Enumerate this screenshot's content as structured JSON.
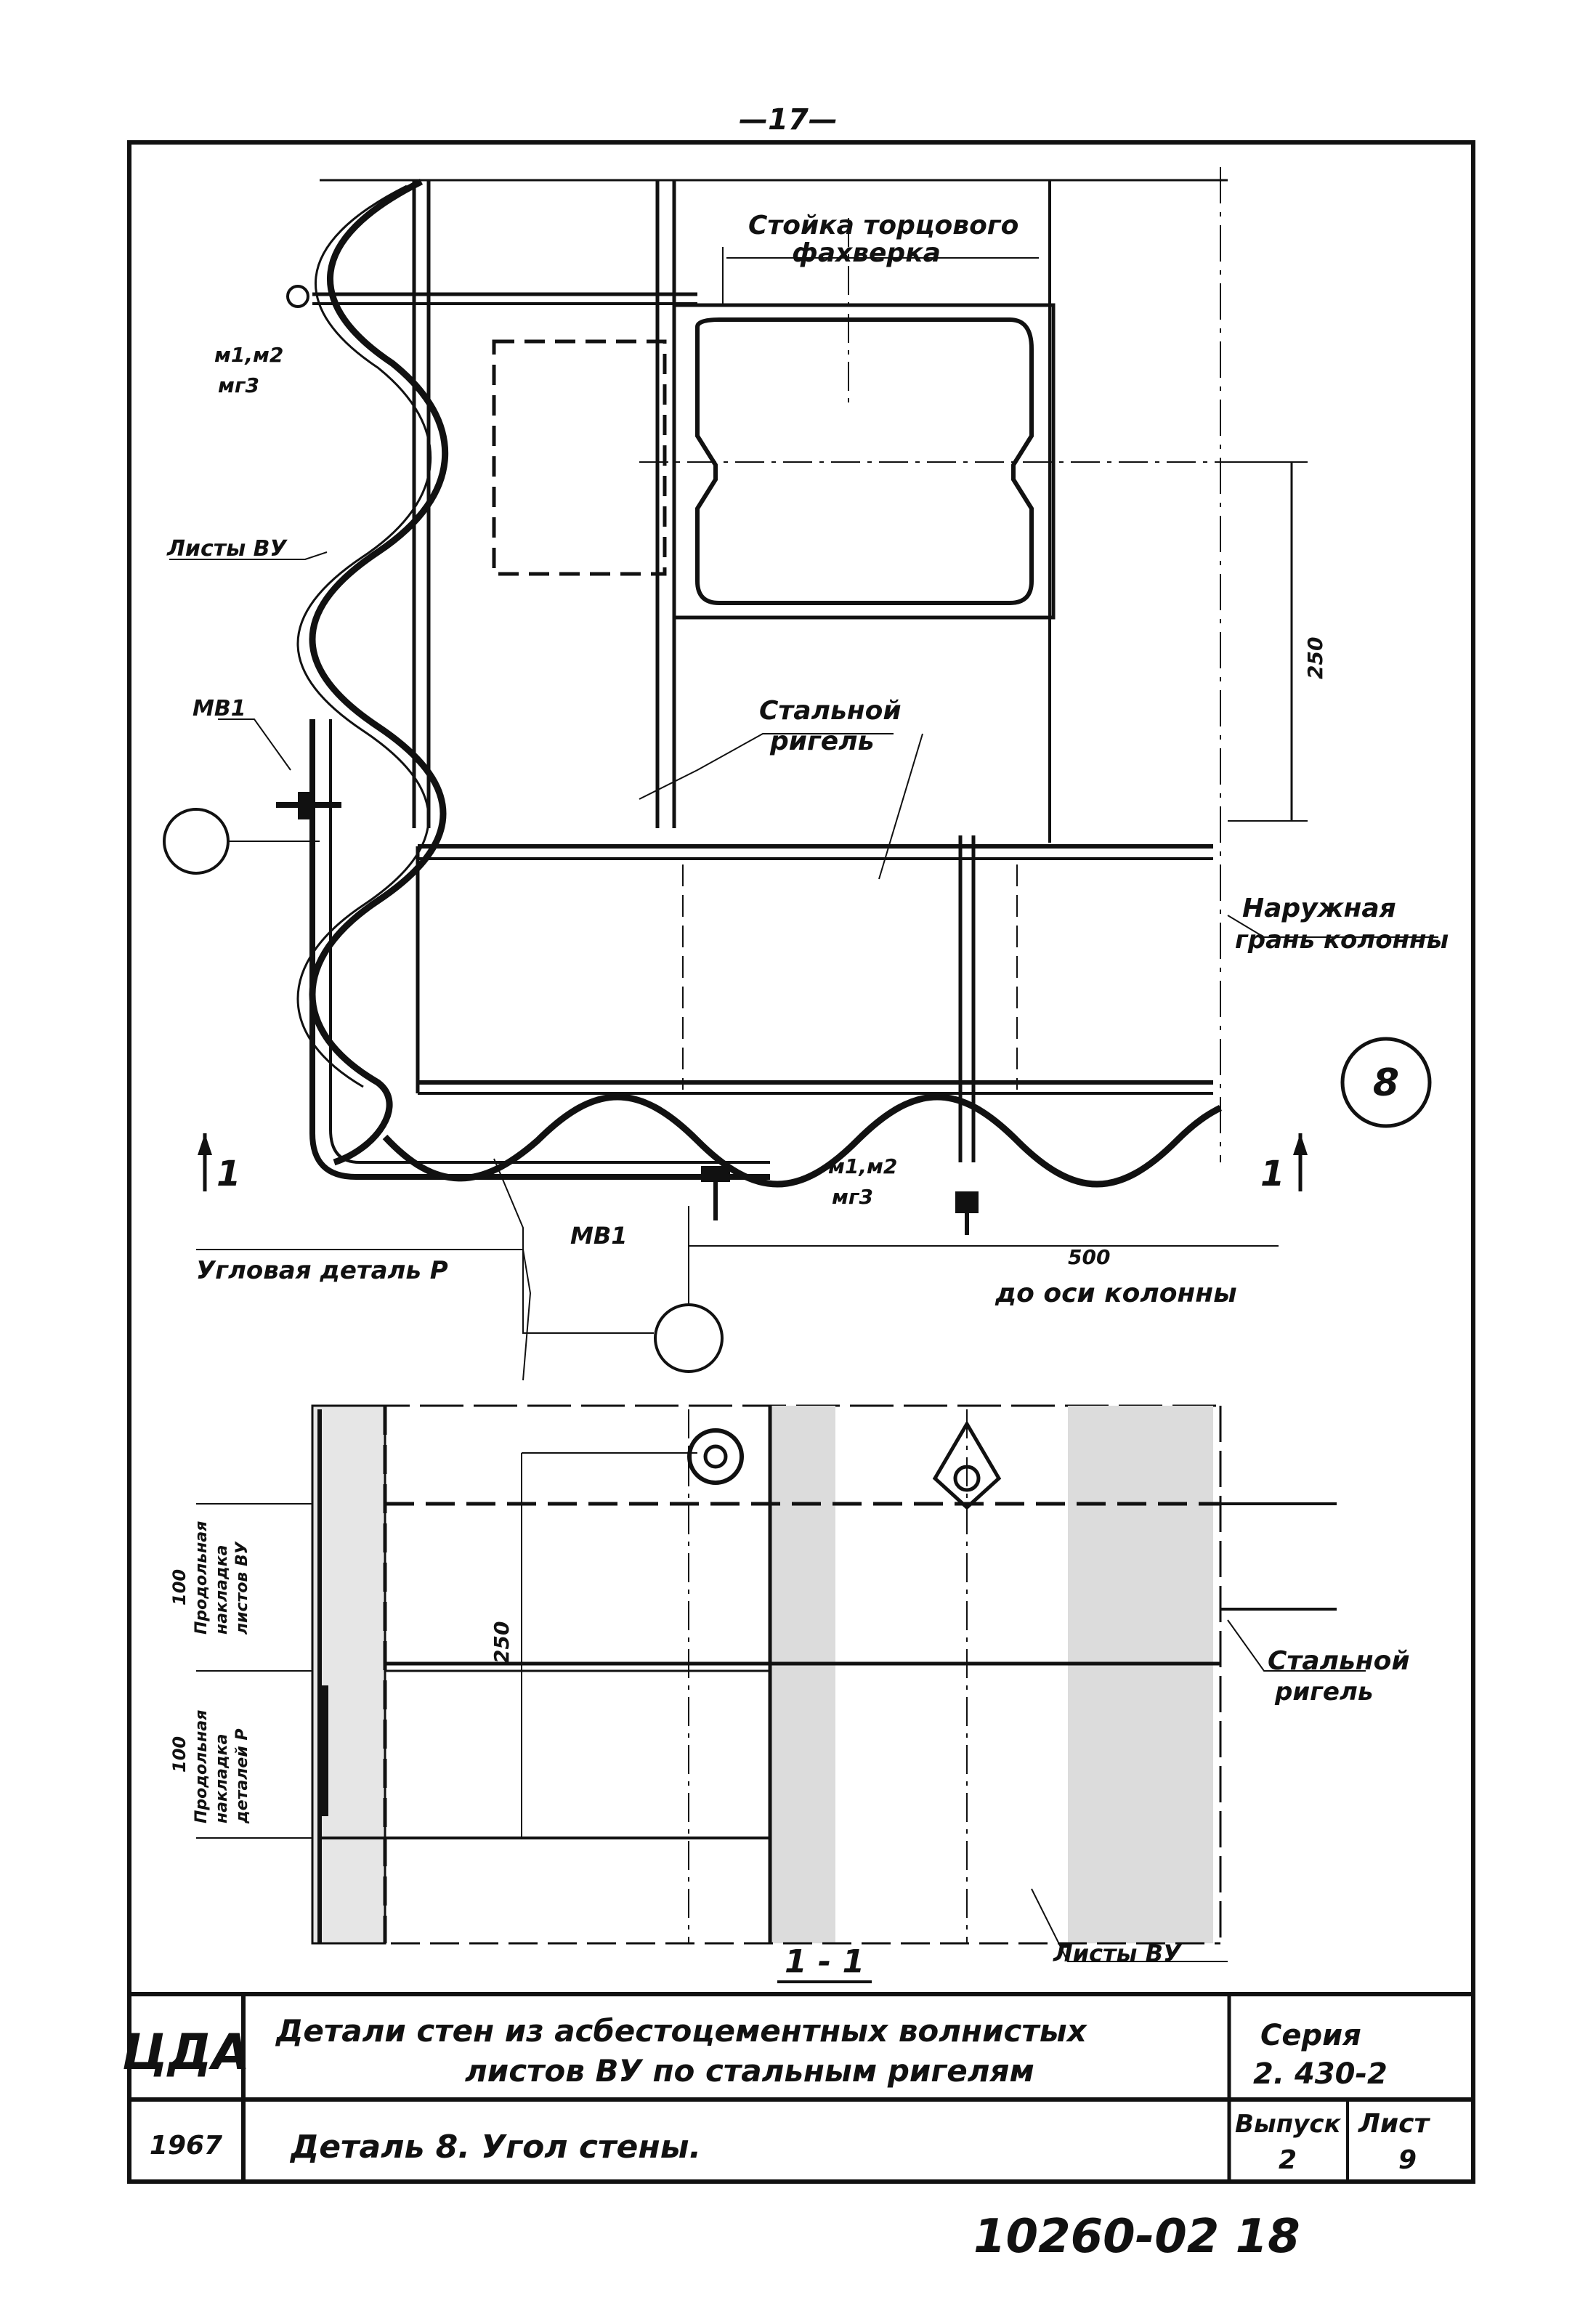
{
  "page_number": "—17—",
  "detail_circle": "8",
  "labels": {
    "stoyka": [
      "Стойка торцового",
      "фахверка"
    ],
    "m1m2_top": "м1,м2",
    "mg3_top": "мг3",
    "listy_vu_top": "Листы ВУ",
    "mv1_left": "МВ1",
    "stalnoy_rigel_top": [
      "Стальной",
      "ригель"
    ],
    "dim_250_vertical": "250",
    "naruzhnaya": [
      "Наружная",
      "грань колонны"
    ],
    "section_mark": "1",
    "m1m2_bottom": "м1,м2",
    "mg3_bottom": "мг3",
    "mv1_bottom": "МВ1",
    "uglovaya": "Угловая деталь Р",
    "dim_500": "500",
    "do_osi": "до оси колонны",
    "nakladka_vu": [
      "Продольная",
      "накладка",
      "листов ВУ"
    ],
    "dim_100_top": "100",
    "nakladka_p": [
      "Продольная",
      "накладка",
      "деталей Р"
    ],
    "dim_100_bottom": "100",
    "dim_250_section": "250",
    "stalnoy_rigel_bottom": [
      "Стальной",
      "ригель"
    ],
    "section_title": "1 - 1",
    "listy_vu_bottom": "Листы ВУ"
  },
  "title_block": {
    "logo": "ЦДА",
    "title_line1": "Детали стен из асбестоцементных волнистых",
    "title_line2": "листов ВУ по стальным ригелям",
    "year": "1967",
    "detail_title": "Деталь 8.  Угол стены.",
    "seria_label": "Серия",
    "seria_value": "2. 430-2",
    "vypusk_label": "Выпуск",
    "vypusk_value": "2",
    "list_label": "Лист",
    "list_value": "9"
  },
  "footer_code": "10260-02  18"
}
